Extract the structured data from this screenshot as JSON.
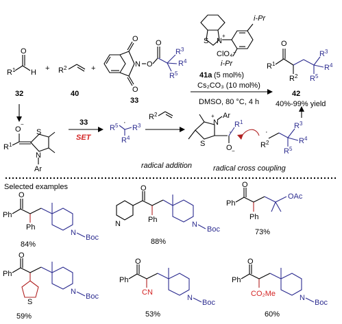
{
  "reagents": {
    "aldehyde_label": "32",
    "alkene_label": "40",
    "ester_label": "33",
    "product_label": "42",
    "catalyst_label": "41a",
    "catalyst_loading": "(5 mol%)",
    "base": "Cs₂CO₃ (10 mol%)",
    "conditions": "DMSO, 80 °C, 4 h",
    "yield_range": "40%-99% yield",
    "counterion": "ClO₄⁻",
    "ipr_top": "i-Pr",
    "ipr_bottom": "i-Pr"
  },
  "mechanism": {
    "set_reagent": "33",
    "set_label": "SET",
    "radical_addition": "radical addition",
    "radical_cross_coupling": "radical cross coupling",
    "breslow_ar": "Ar",
    "ketyl_ar": "Ar"
  },
  "examples": {
    "heading": "Selected examples",
    "items": [
      {
        "yield": "84%",
        "protecting_group": "Boc"
      },
      {
        "yield": "88%",
        "protecting_group": "Boc"
      },
      {
        "yield": "73%",
        "group": "OAc"
      },
      {
        "yield": "59%",
        "protecting_group": "Boc"
      },
      {
        "yield": "53%",
        "protecting_group": "Boc",
        "substituent": "CN"
      },
      {
        "yield": "60%",
        "protecting_group": "Boc",
        "substituent": "CO₂Me"
      }
    ]
  },
  "colors": {
    "blue_fragment": "#2b2b8f",
    "red_fragment": "#d42424",
    "dashed_divider": "#000000"
  }
}
